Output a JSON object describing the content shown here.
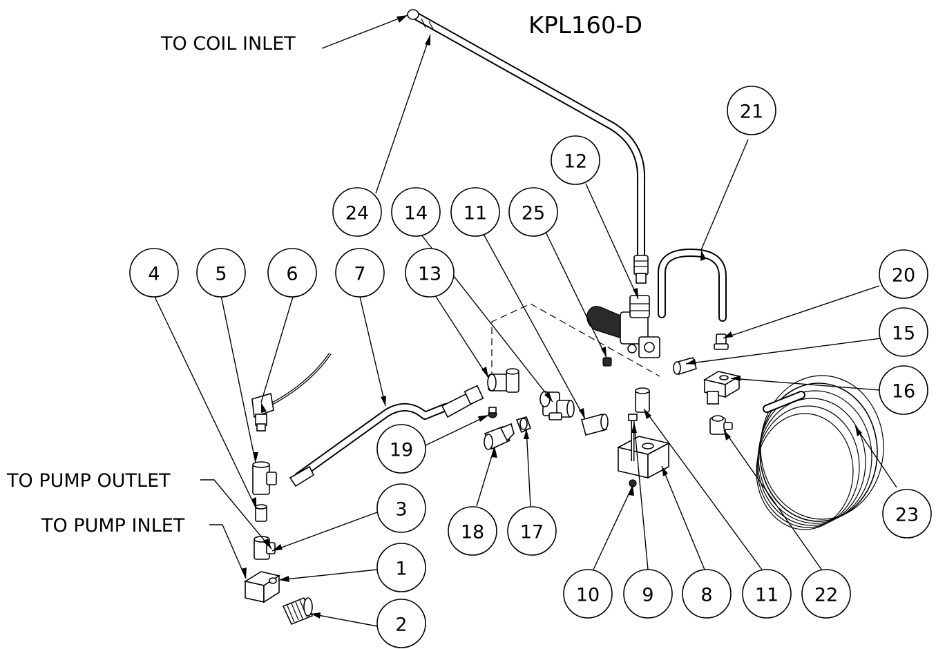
{
  "title": "KPL160-D",
  "callouts": {
    "coil_inlet": "TO COIL INLET",
    "pump_outlet": "TO PUMP OUTLET",
    "pump_inlet": "TO PUMP INLET"
  },
  "balloons": [
    {
      "id": "b24",
      "label": "24"
    },
    {
      "id": "b14",
      "label": "14"
    },
    {
      "id": "b11a",
      "label": "11"
    },
    {
      "id": "b25",
      "label": "25"
    },
    {
      "id": "b12",
      "label": "12"
    },
    {
      "id": "b21",
      "label": "21"
    },
    {
      "id": "b4",
      "label": "4"
    },
    {
      "id": "b5",
      "label": "5"
    },
    {
      "id": "b6",
      "label": "6"
    },
    {
      "id": "b7",
      "label": "7"
    },
    {
      "id": "b13",
      "label": "13"
    },
    {
      "id": "b20",
      "label": "20"
    },
    {
      "id": "b15",
      "label": "15"
    },
    {
      "id": "b16",
      "label": "16"
    },
    {
      "id": "b19",
      "label": "19"
    },
    {
      "id": "b3",
      "label": "3"
    },
    {
      "id": "b18",
      "label": "18"
    },
    {
      "id": "b17",
      "label": "17"
    },
    {
      "id": "b23",
      "label": "23"
    },
    {
      "id": "b1",
      "label": "1"
    },
    {
      "id": "b10",
      "label": "10"
    },
    {
      "id": "b9",
      "label": "9"
    },
    {
      "id": "b8",
      "label": "8"
    },
    {
      "id": "b11b",
      "label": "11"
    },
    {
      "id": "b22",
      "label": "22"
    },
    {
      "id": "b2",
      "label": "2"
    }
  ]
}
